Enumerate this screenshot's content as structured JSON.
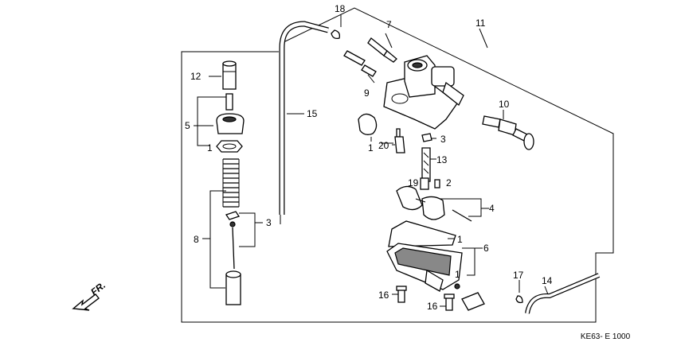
{
  "callouts": {
    "c18": "18",
    "c7": "7",
    "c11": "11",
    "c12": "12",
    "c15": "15",
    "c9": "9",
    "c10": "10",
    "c5": "5",
    "c1a": "1",
    "c1b": "1",
    "c20": "20",
    "c3a": "3",
    "c13": "13",
    "c19": "19",
    "c2": "2",
    "c4": "4",
    "c3b": "3",
    "c8": "8",
    "c1c": "1",
    "c6": "6",
    "c1d": "1",
    "c17": "17",
    "c14": "14",
    "c16a": "16",
    "c16b": "16"
  },
  "direction_label": "FR.",
  "diagram_code": "KE63- E 1000",
  "icons": {
    "front_arrow": "arrow-down-left-icon"
  }
}
